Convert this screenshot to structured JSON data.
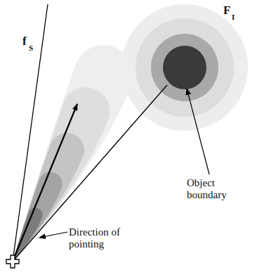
{
  "diagram": {
    "labels": [
      "f",
      "S",
      "F",
      "I",
      "Object boundary",
      "Direction of pointing"
    ]
  }
}
